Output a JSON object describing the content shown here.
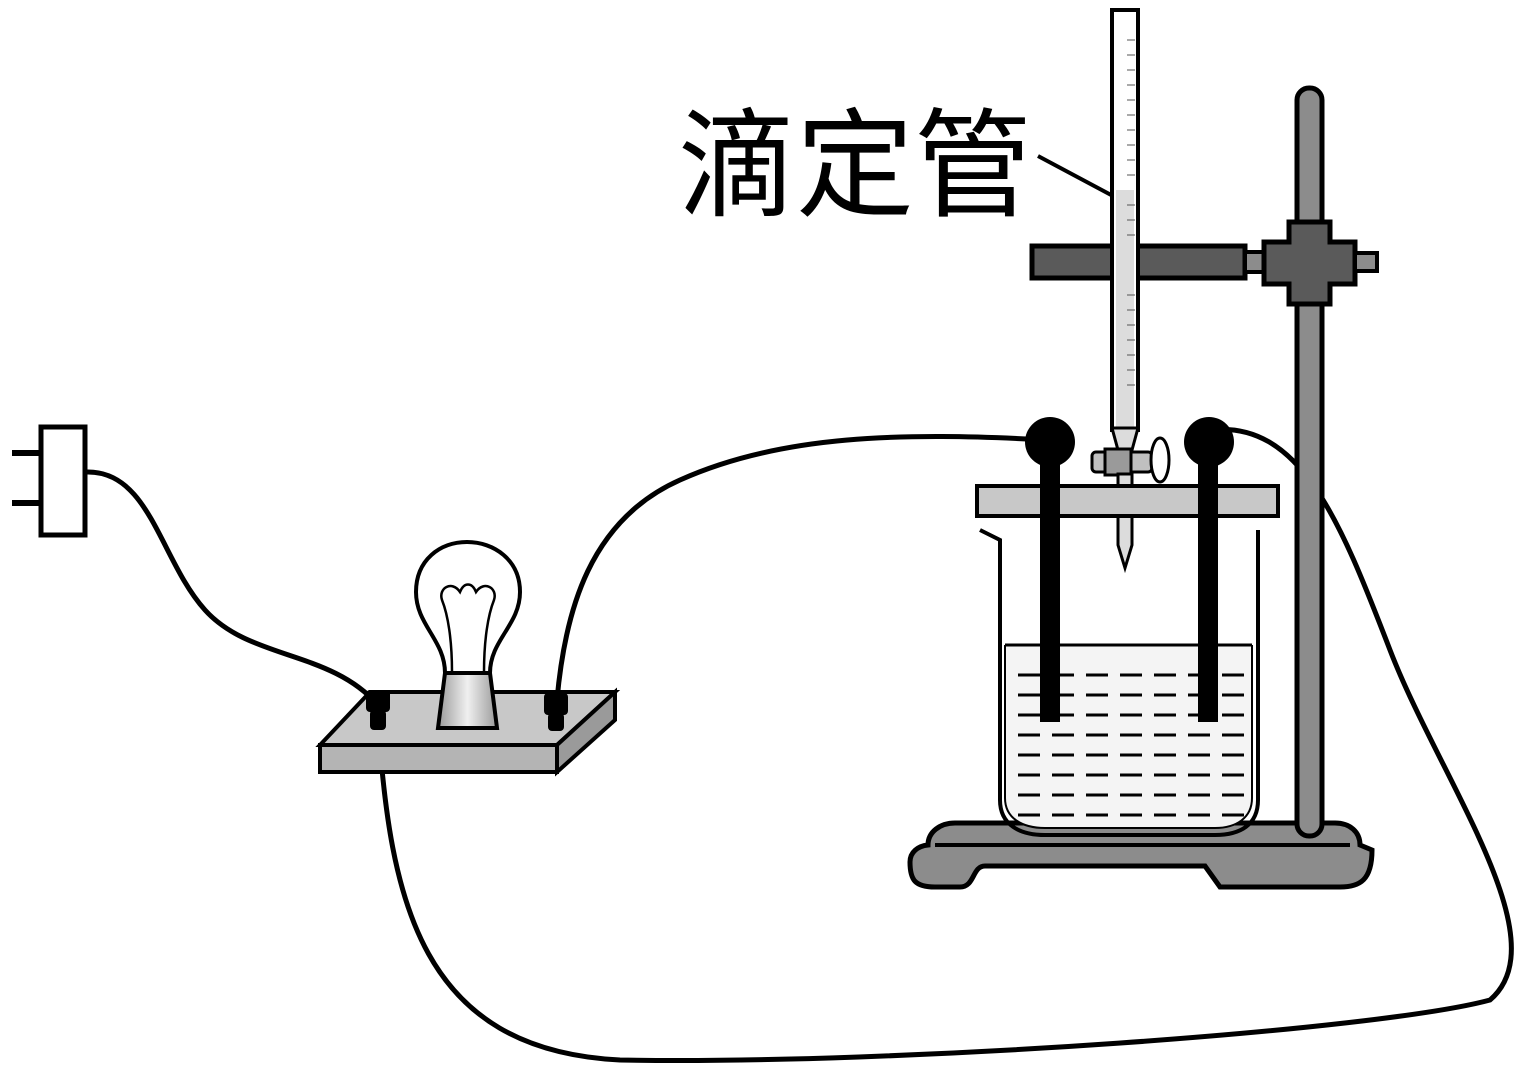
{
  "labels": {
    "burette": "滴定管"
  },
  "colors": {
    "outline": "#000000",
    "metal": "#8c8c8c",
    "dark_metal": "#5a5a5a",
    "board": "#c8c8c8",
    "board_side": "#9a9a9a",
    "glass": "#f2f2f2",
    "electrode": "#000000",
    "background": "#ffffff"
  },
  "components": [
    "power-plug",
    "light-bulb",
    "base-board",
    "burette",
    "iron-stand",
    "beaker",
    "electrodes",
    "wires"
  ]
}
